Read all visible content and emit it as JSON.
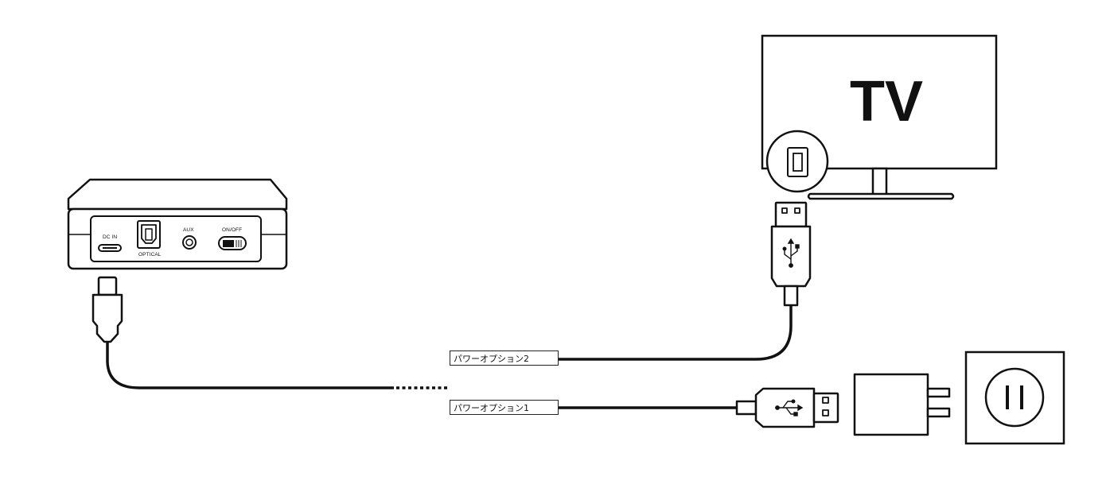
{
  "device": {
    "ports": {
      "dc_in": "DC IN",
      "optical": "OPTICAL",
      "aux": "AUX",
      "switch": "ON/OFF"
    }
  },
  "tv": {
    "label": "TV"
  },
  "options": {
    "option2": "パワーオプション2",
    "option1": "パワーオプション1"
  },
  "colors": {
    "line": "#111111",
    "background": "#ffffff"
  }
}
